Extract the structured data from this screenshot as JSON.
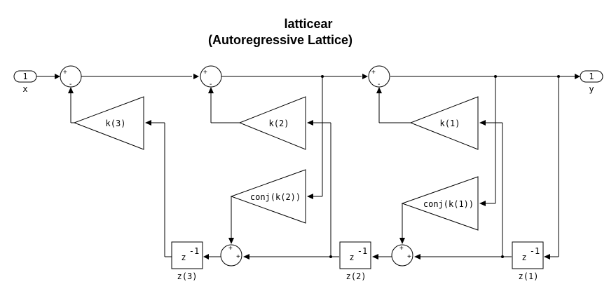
{
  "title": {
    "line1": "latticear",
    "line2": "(Autoregressive Lattice)"
  },
  "ports": {
    "input": {
      "number": "1",
      "name": "x"
    },
    "output": {
      "number": "1",
      "name": "y"
    }
  },
  "gains": {
    "k3": "k(3)",
    "k2": "k(2)",
    "k1": "k(1)",
    "conj2": "conj(k(2))",
    "conj1": "conj(k(1))"
  },
  "delays": {
    "z3": {
      "label": "z(3)",
      "op": "z",
      "exp": "-1"
    },
    "z2": {
      "label": "z(2)",
      "op": "z",
      "exp": "-1"
    },
    "z1": {
      "label": "z(1)",
      "op": "z",
      "exp": "-1"
    }
  },
  "signs": {
    "plus": "+",
    "minus": "-"
  }
}
